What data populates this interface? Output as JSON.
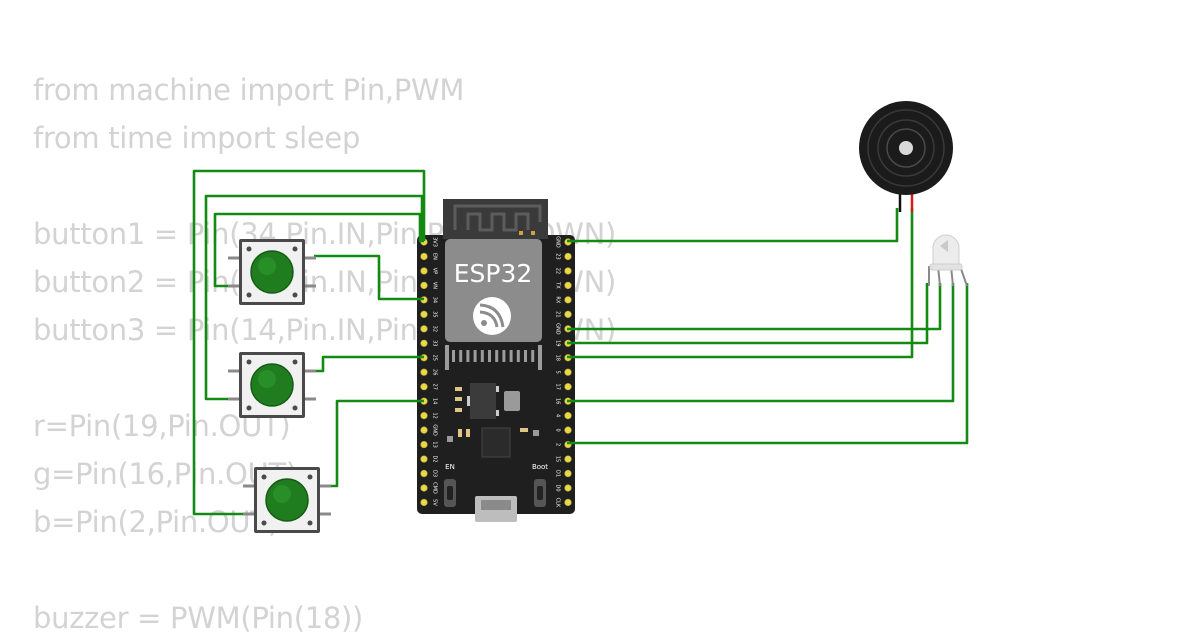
{
  "code_lines": [
    "from machine import Pin,PWM",
    "from time import sleep",
    "",
    "button1 = Pin(34,Pin.IN,Pin.PULL_DOWN)",
    "button2 = Pin(35,Pin.IN,Pin.PULL_DOWN)",
    "button3 = Pin(14,Pin.IN,Pin.PULL_DOWN)",
    "",
    "r=Pin(19,Pin.OUT)",
    "g=Pin(16,Pin.OUT)",
    "b=Pin(2,Pin.OUT)",
    "",
    "buzzer = PWM(Pin(18))"
  ],
  "board": {
    "label": "ESP32",
    "en_label": "EN",
    "boot_label": "Boot",
    "left_pins": [
      "3V3",
      "EN",
      "VP",
      "VN",
      "34",
      "35",
      "32",
      "33",
      "25",
      "26",
      "27",
      "14",
      "12",
      "GND",
      "13",
      "D2",
      "D3",
      "CMD",
      "5V"
    ],
    "right_pins": [
      "GND",
      "23",
      "22",
      "TX",
      "RX",
      "21",
      "GND",
      "19",
      "18",
      "5",
      "17",
      "16",
      "4",
      "0",
      "2",
      "15",
      "D1",
      "D0",
      "CLK"
    ]
  },
  "colors": {
    "wire": "#138a13",
    "code_text": "#d3d3d3",
    "board": "#1f1f1f",
    "pin_pad": "#e8d84a",
    "button_cap": "#1f7d1f",
    "buzzer_body": "#1b1b1b"
  }
}
